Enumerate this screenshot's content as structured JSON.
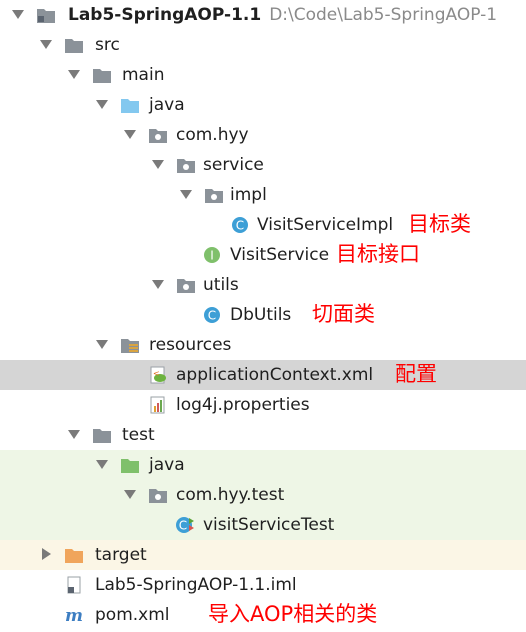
{
  "project": {
    "name": "Lab5-SpringAOP-1.1",
    "path": "D:\\Code\\Lab5-SpringAOP-1"
  },
  "nodes": {
    "src": "src",
    "main": "main",
    "java": "java",
    "pkg": "com.hyy",
    "service": "service",
    "impl": "impl",
    "visitServiceImpl": "VisitServiceImpl",
    "visitService": "VisitService",
    "utils": "utils",
    "dbUtils": "DbUtils",
    "resources": "resources",
    "appContext": "applicationContext.xml",
    "log4j": "log4j.properties",
    "test": "test",
    "testJava": "java",
    "testPkg": "com.hyy.test",
    "visitServiceTest": "visitServiceTest",
    "target": "target",
    "iml": "Lab5-SpringAOP-1.1.iml",
    "pom": "pom.xml"
  },
  "annotations": {
    "target_class": "目标类",
    "target_interface": "目标接口",
    "aspect_class": "切面类",
    "config": "配置",
    "pom_note": "导入AOP相关的类"
  },
  "icons": {
    "folder": "folder-icon",
    "package": "package-icon",
    "class": "class-icon",
    "interface": "interface-icon",
    "xml": "spring-xml-icon",
    "properties": "properties-icon",
    "module": "module-icon",
    "maven": "maven-icon"
  },
  "colors": {
    "annotation": "#ff0000",
    "selection": "#d5d5d5",
    "test_bg": "#eef6e6",
    "excluded_bg": "#fbf6e6",
    "folder": "#8b9299",
    "source_folder": "#83c8ef",
    "test_folder": "#7fc06b",
    "excluded_folder": "#f0a55c"
  },
  "selected": "applicationContext.xml"
}
